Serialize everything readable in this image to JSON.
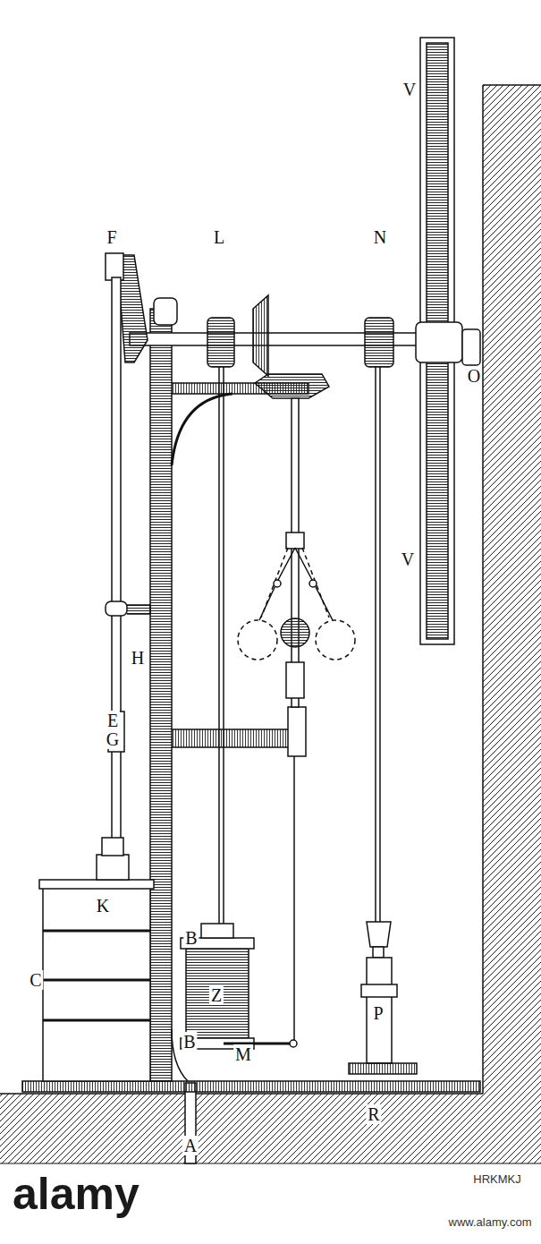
{
  "diagram": {
    "labels": [
      "V",
      "F",
      "L",
      "N",
      "O",
      "V",
      "H",
      "E",
      "G",
      "K",
      "C",
      "B",
      "Z",
      "B",
      "M",
      "P",
      "R",
      "A",
      "alamy",
      "HRKMKJ",
      "www.alamy.com"
    ]
  }
}
